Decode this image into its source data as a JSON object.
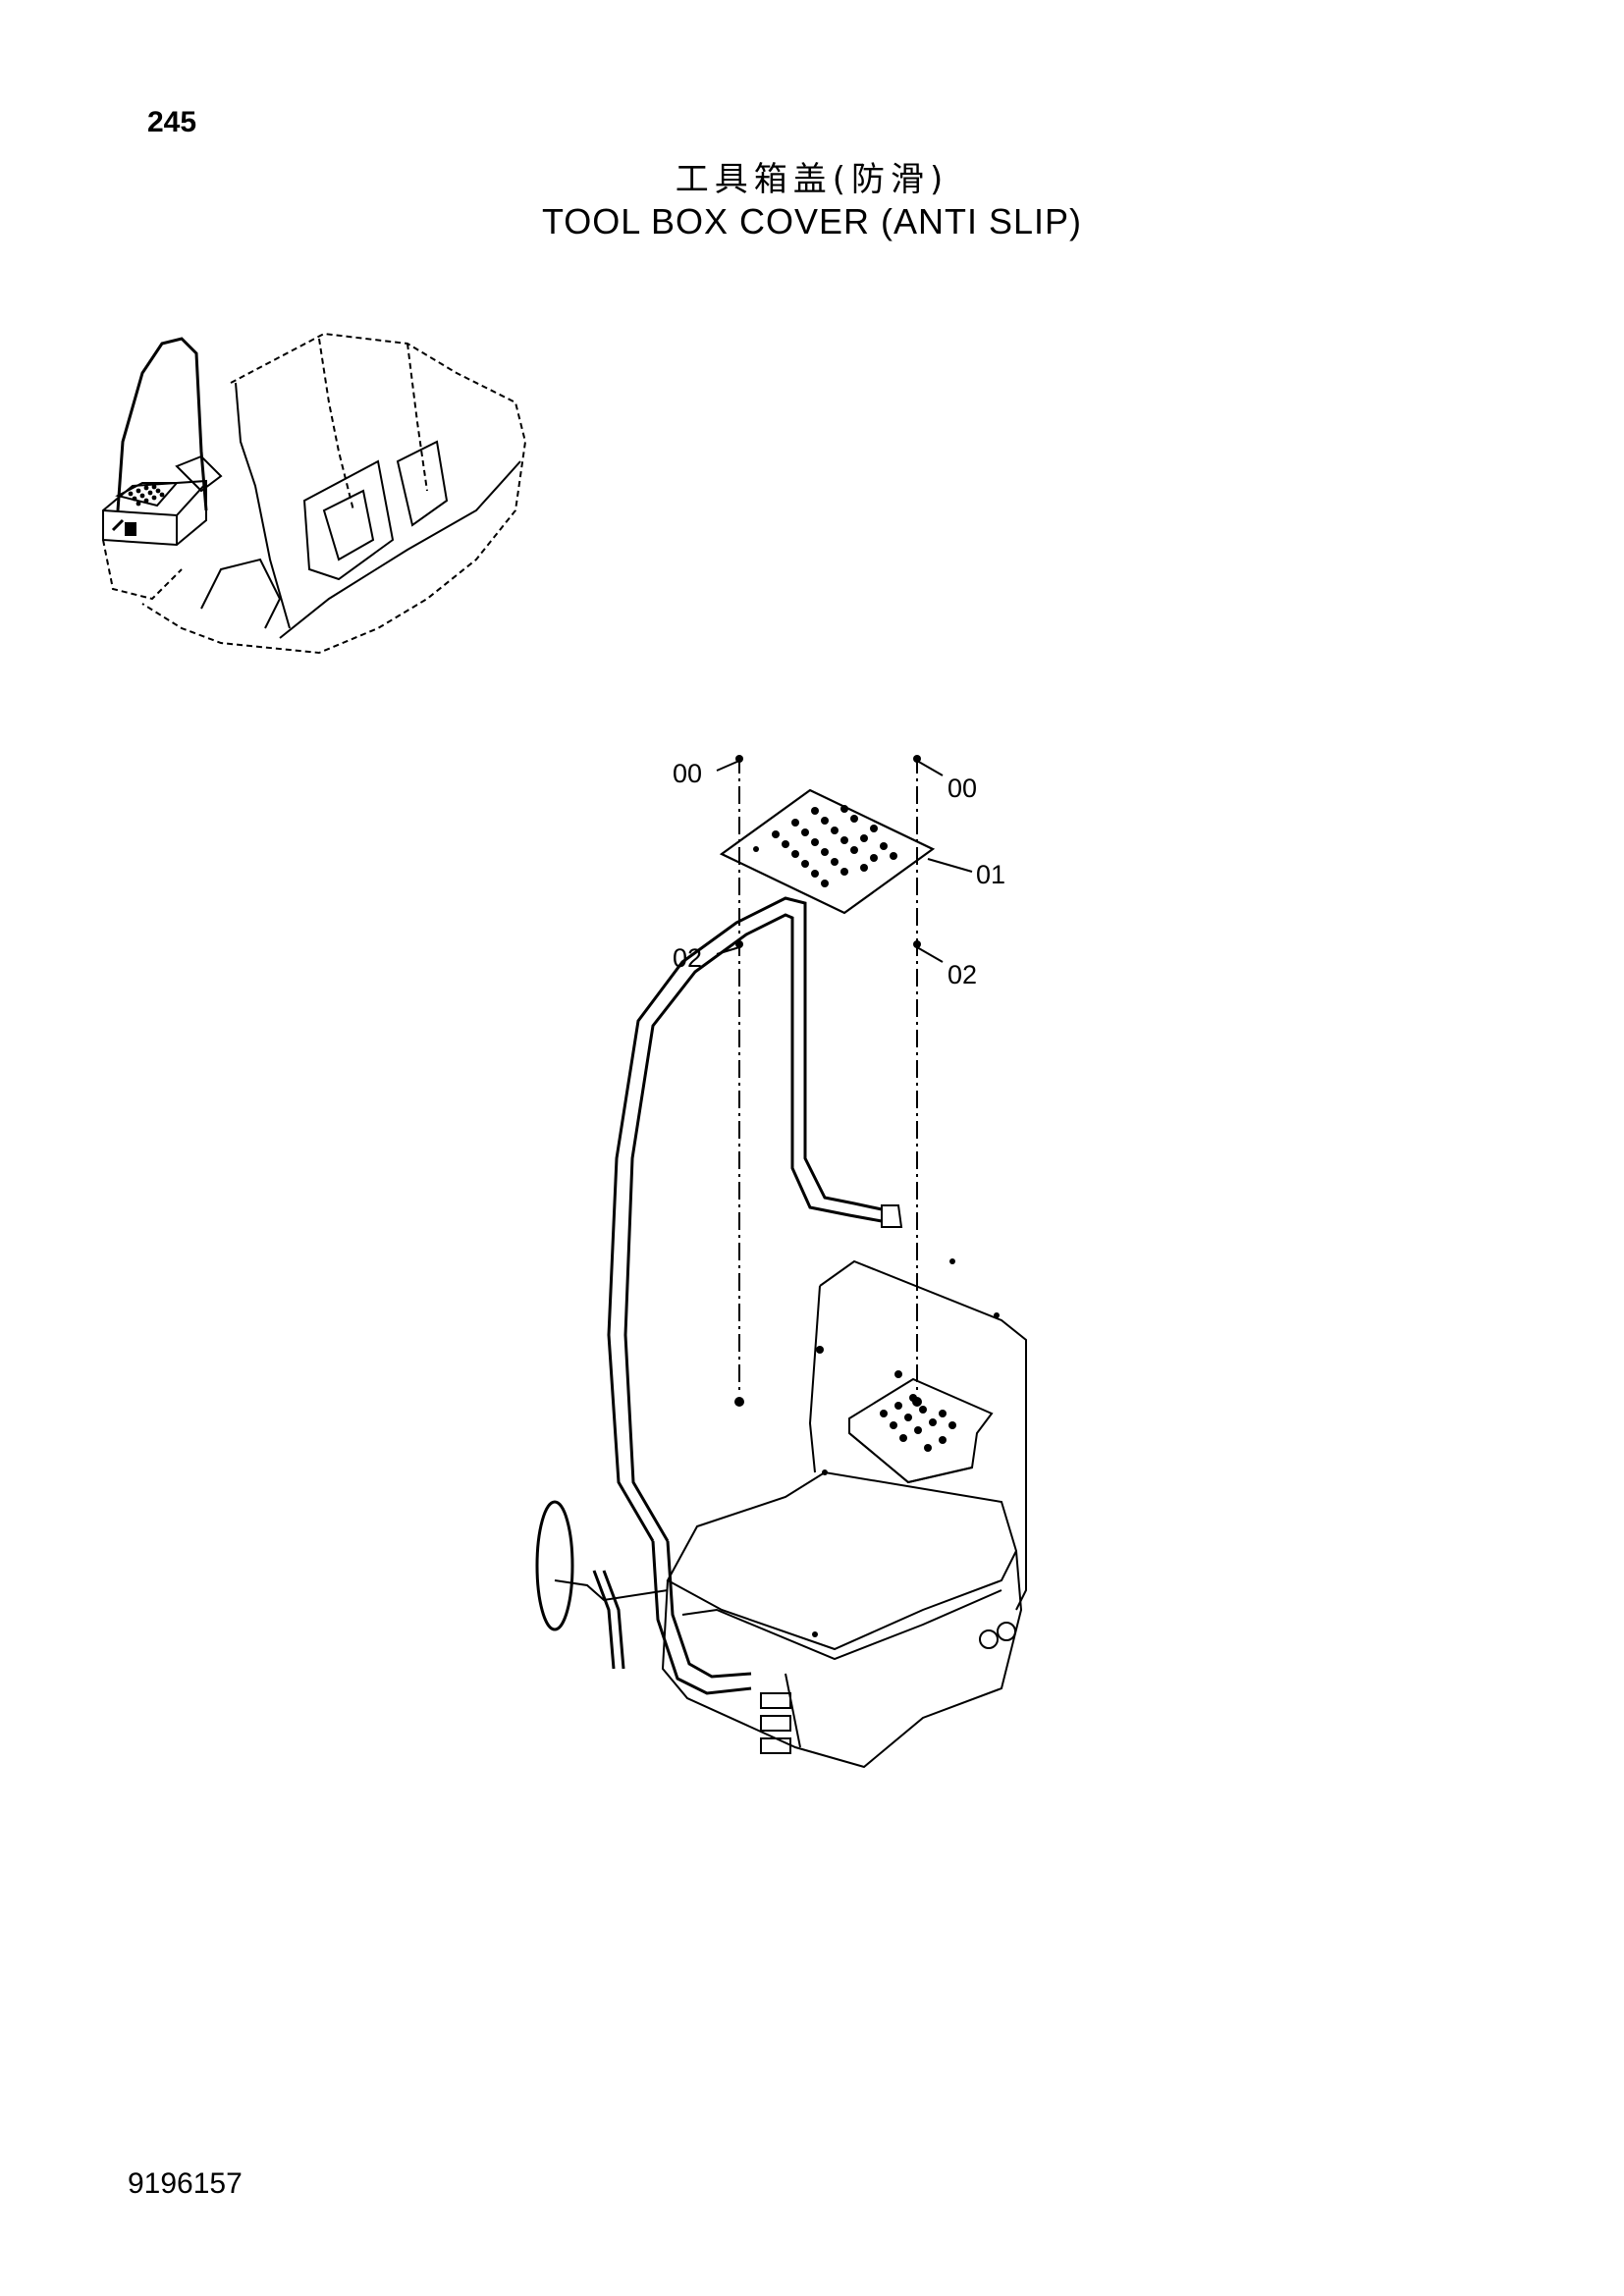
{
  "header": {
    "page_number": "245",
    "title_cn": "工具箱盖(防滑)",
    "title_en": "TOOL  BOX  COVER (ANTI  SLIP)"
  },
  "callouts": {
    "bolt_left": "00",
    "bolt_right": "00",
    "anti_slip_plate": "01",
    "washer_left": "02",
    "washer_right": "02"
  },
  "footer": {
    "doc_number": "9196157"
  }
}
